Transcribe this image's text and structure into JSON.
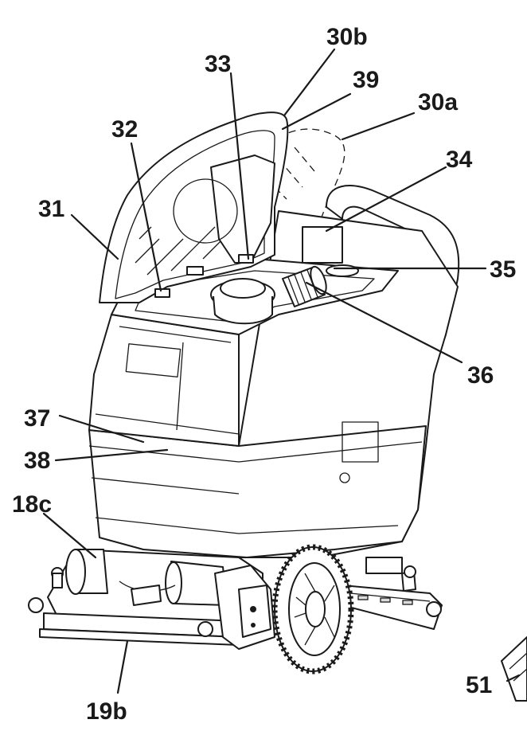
{
  "callouts": {
    "c30b": "30b",
    "c39": "39",
    "c33": "33",
    "c30a": "30a",
    "c32": "32",
    "c34": "34",
    "c31": "31",
    "c35": "35",
    "c36": "36",
    "c37": "37",
    "c38": "38",
    "c18c": "18c",
    "c19b": "19b",
    "c51": "51"
  }
}
